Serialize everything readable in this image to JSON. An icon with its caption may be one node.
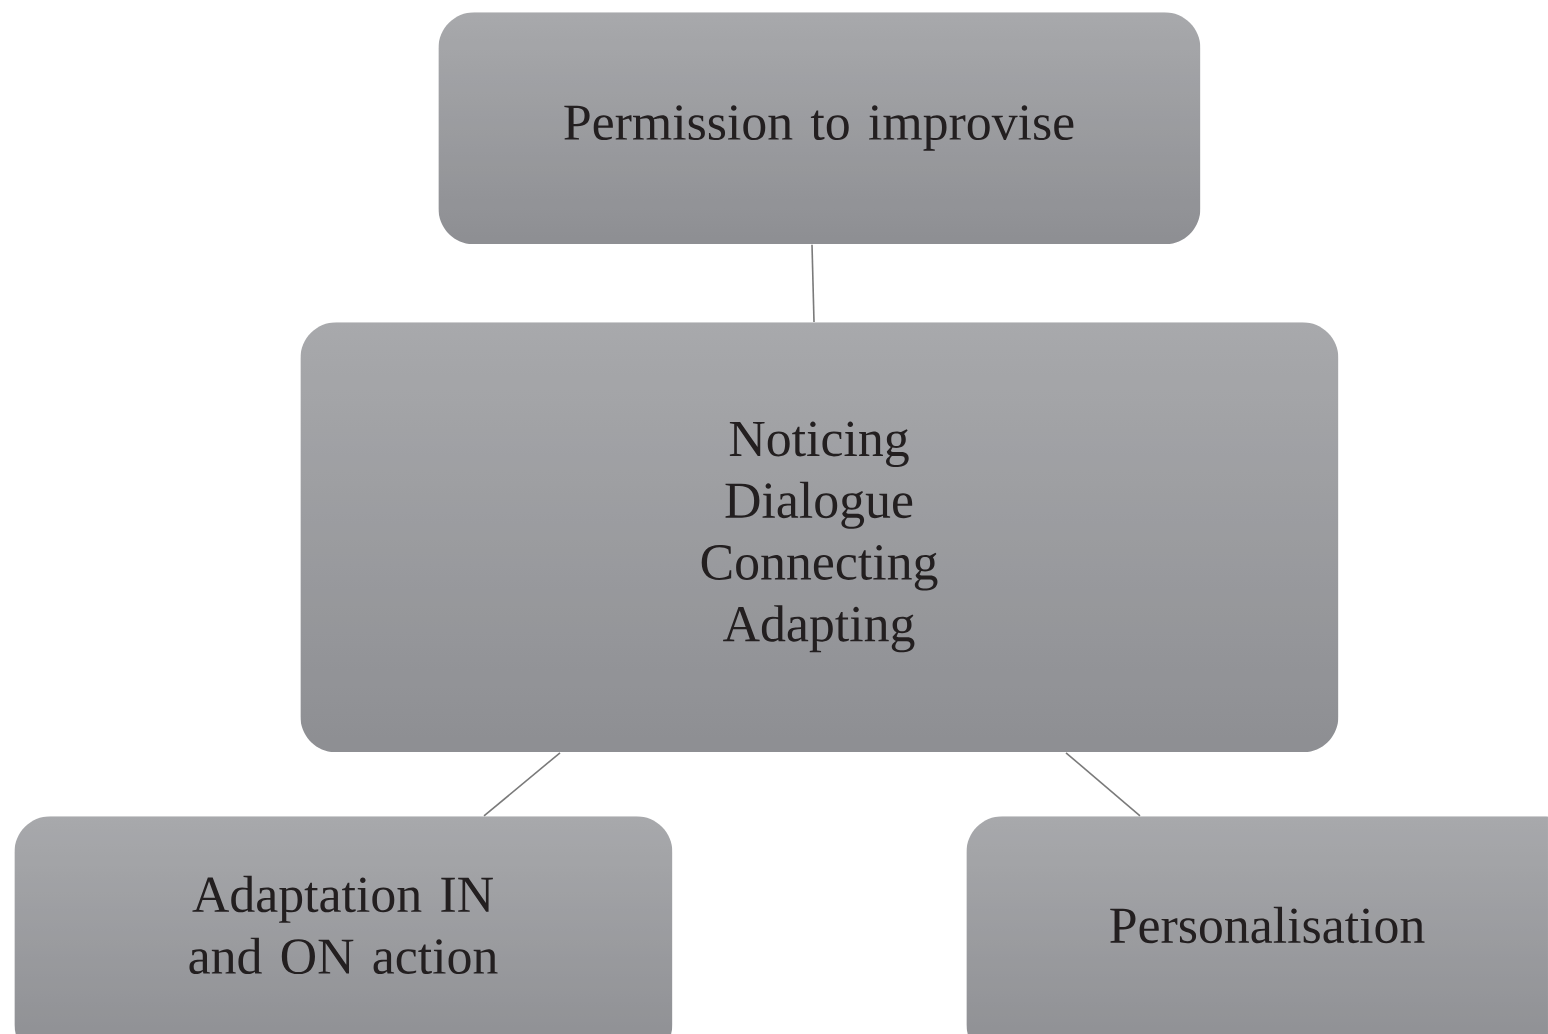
{
  "diagram": {
    "nodes": [
      {
        "text": [
          "Permission to improvise"
        ]
      },
      {
        "text": [
          "Noticing",
          "Dialogue",
          "Connecting",
          "Adapting"
        ]
      },
      {
        "text": [
          "Adaptation IN and ON action"
        ]
      },
      {
        "text": [
          "Personalisation"
        ]
      }
    ],
    "edges": [
      {
        "from": 0,
        "to": 1,
        "arrow": "none"
      },
      {
        "from": 1,
        "to": 2,
        "arrow": "none"
      },
      {
        "from": 1,
        "to": 3,
        "arrow": "none"
      }
    ]
  }
}
